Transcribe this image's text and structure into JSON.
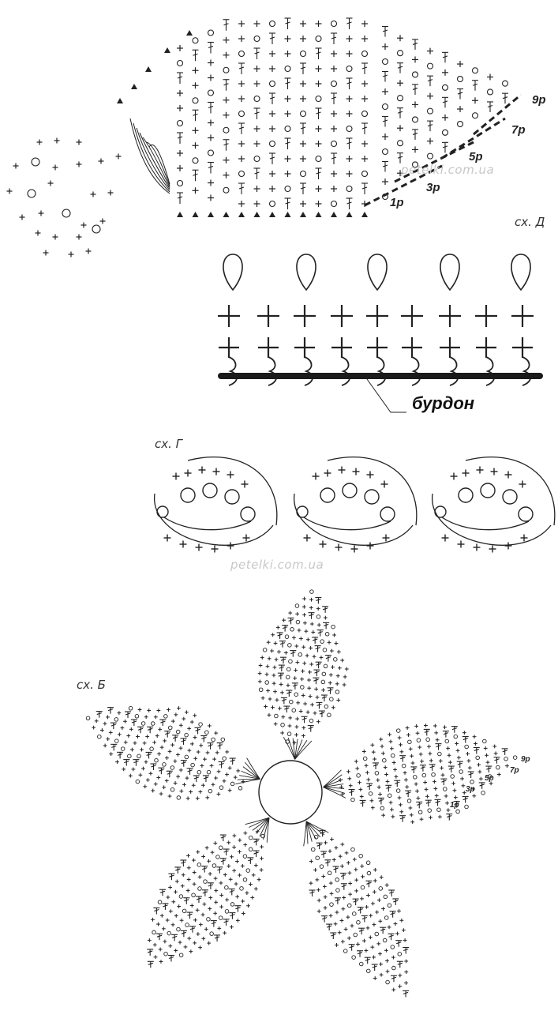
{
  "watermark_top": "petelki.com.ua",
  "watermark_mid": "petelki.com.ua",
  "scheme_d": {
    "label": "сх. Д",
    "rows": [
      "9р",
      "7р",
      "5р",
      "3р",
      "1р"
    ]
  },
  "cord_scheme": {
    "cord_label": "бурдон",
    "columns": 9,
    "loops": 5
  },
  "scheme_g": {
    "label": "сх. Г",
    "motifs": 3
  },
  "scheme_b": {
    "label": "сх. Б",
    "petals": 5,
    "rows": [
      "9р",
      "7р",
      "5р",
      "3р",
      "1р"
    ]
  }
}
